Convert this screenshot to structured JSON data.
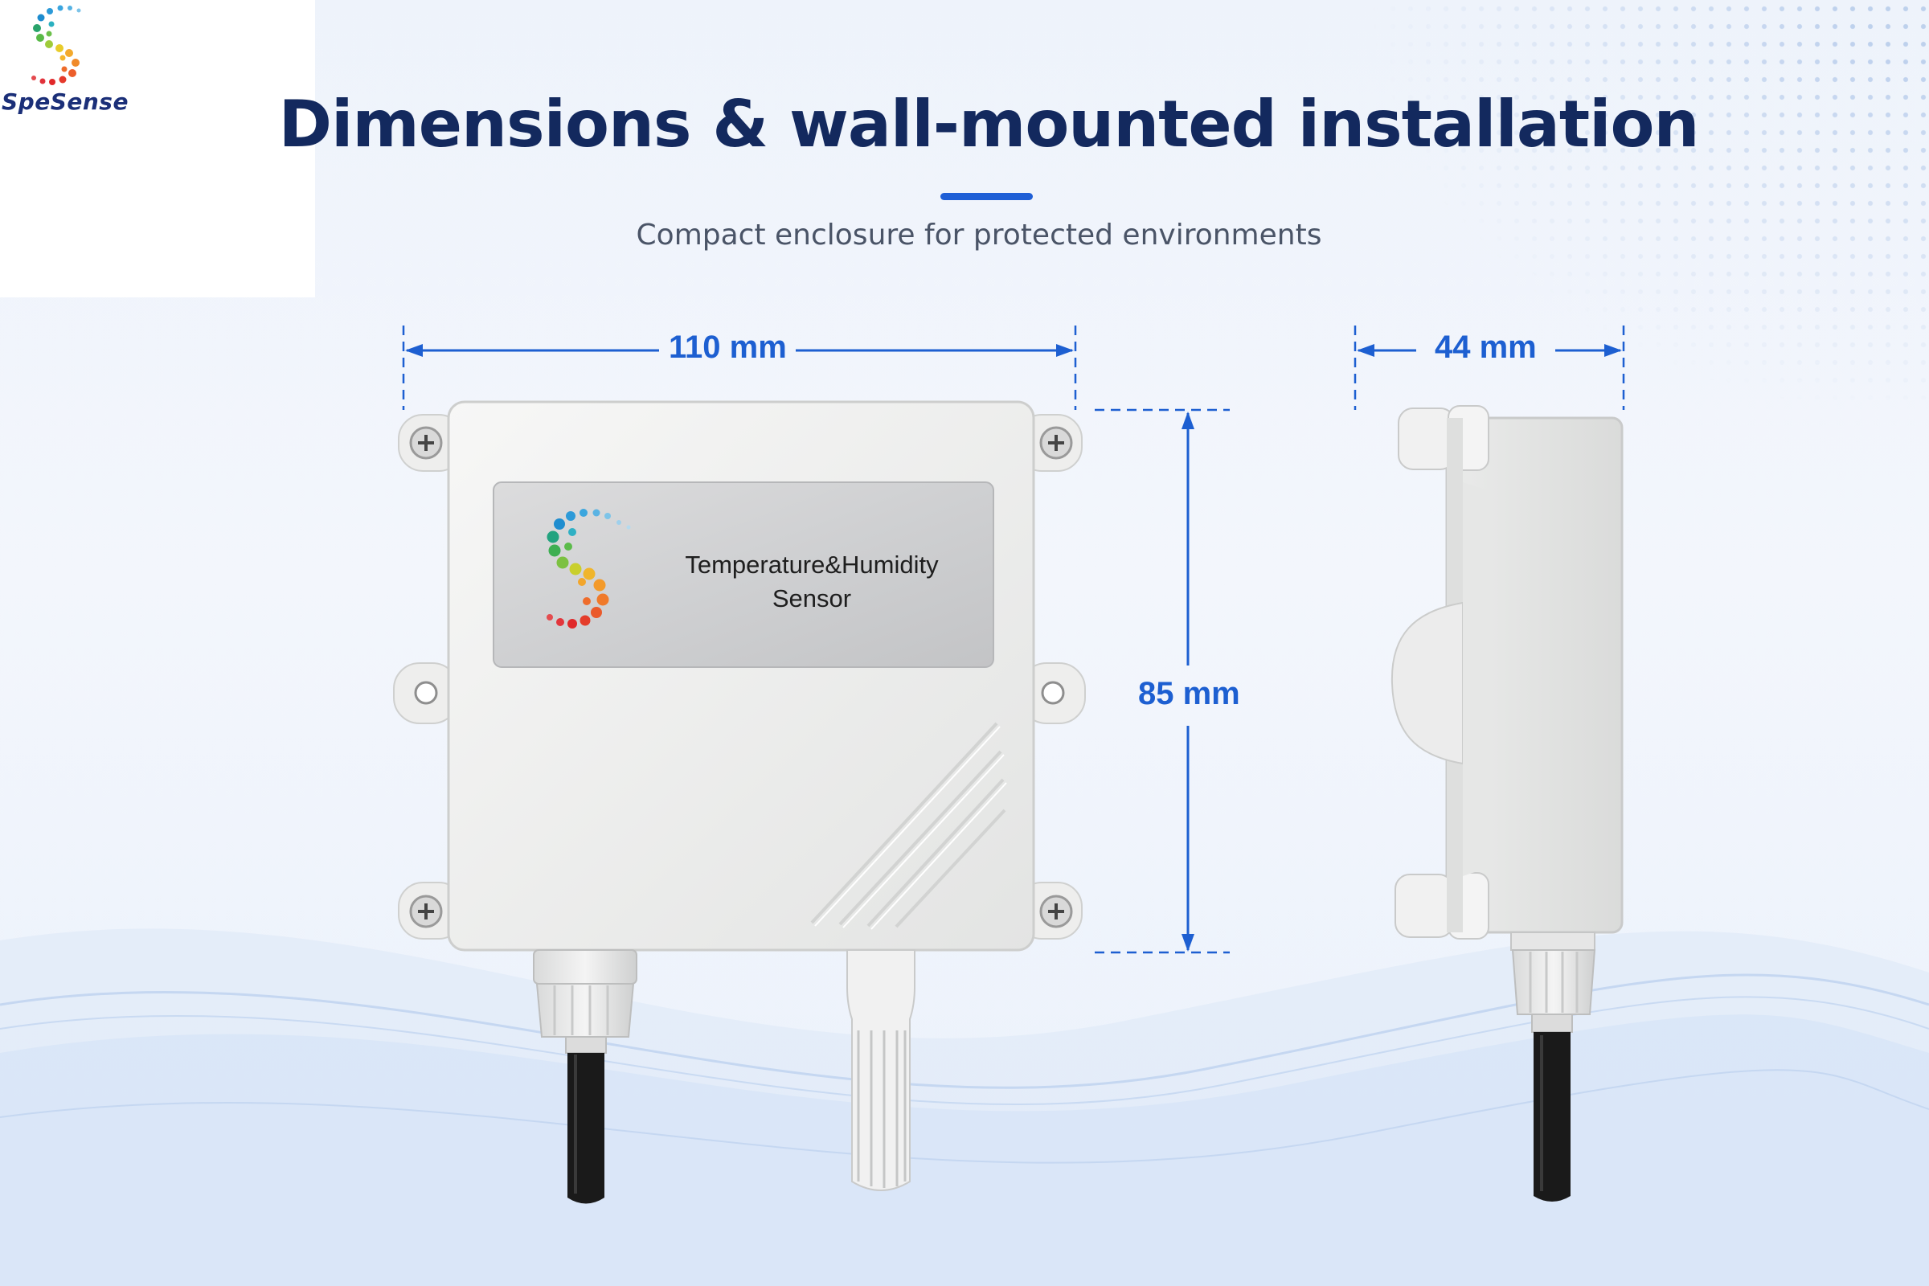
{
  "brand": {
    "name": "SpeSense"
  },
  "headline": {
    "title": "Dimensions & wall-mounted installation",
    "subtitle": "Compact enclosure for protected environments"
  },
  "dimensions": {
    "width": "110 mm",
    "height": "85 mm",
    "depth": "44 mm"
  },
  "product": {
    "label_line1": "Temperature&Humidity",
    "label_line2": "Sensor"
  },
  "colors": {
    "title": "#13295e",
    "accent": "#1f5fd6",
    "dimension": "#1d5fd1",
    "subtitle": "#4a5467"
  }
}
